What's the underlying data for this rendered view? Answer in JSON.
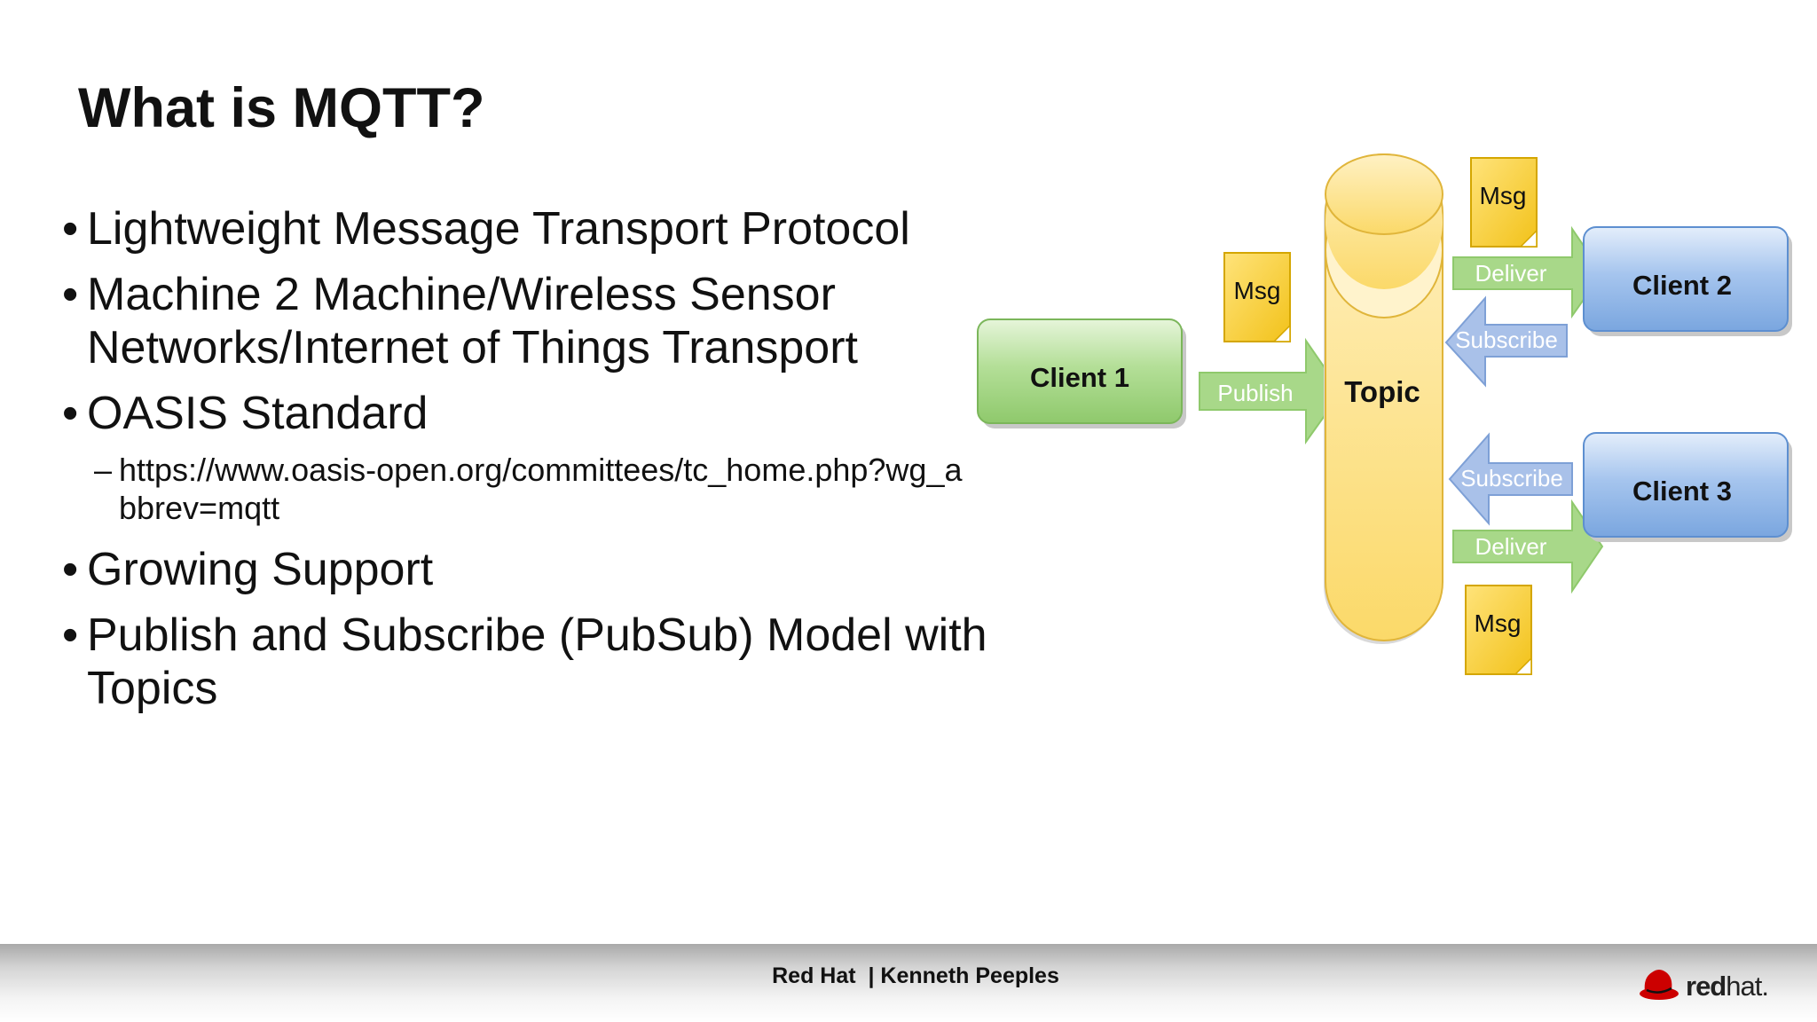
{
  "slide": {
    "title": "What is MQTT?",
    "bullets": [
      {
        "text": "Lightweight Message Transport Protocol"
      },
      {
        "text": "Machine 2 Machine/Wireless Sensor Networks/Internet of Things Transport"
      },
      {
        "text": "OASIS Standard"
      },
      {
        "text": "Growing Support"
      },
      {
        "text": "Publish and Subscribe (PubSub) Model with Topics"
      }
    ],
    "sub_bullet": {
      "text": "https://www.oasis-open.org/committees/tc_home.php?wg_abbrev=mqtt"
    },
    "bullet_glyph": "•",
    "sub_glyph": "–"
  },
  "diagram": {
    "client1": "Client 1",
    "client2": "Client 2",
    "client3": "Client 3",
    "topic": "Topic",
    "msg": "Msg",
    "publish": "Publish",
    "deliver": "Deliver",
    "subscribe": "Subscribe",
    "colors": {
      "client_green": "#9fd37f",
      "client_blue": "#8fb5e4",
      "topic_yellow": "#fde69a",
      "msg_yellow": "#f6cf2a",
      "arrow_green": "#a8d889",
      "arrow_blue": "#a9c1e9"
    }
  },
  "footer": {
    "text": "Red Hat  | Kenneth Peeples",
    "logo_bold": "red",
    "logo_light": "hat."
  }
}
